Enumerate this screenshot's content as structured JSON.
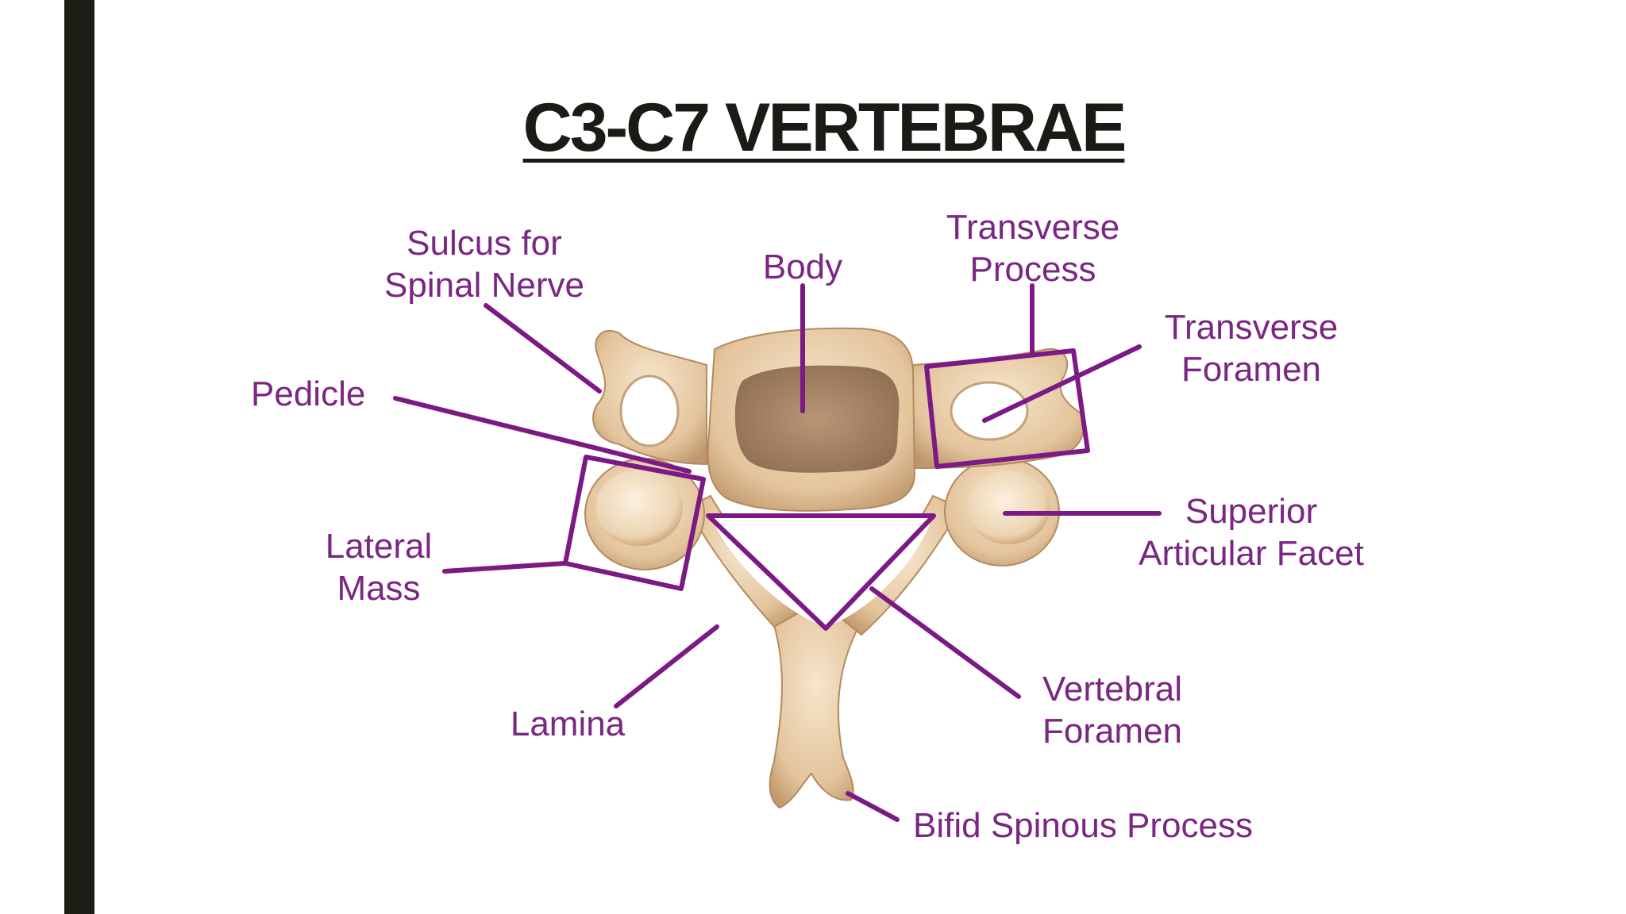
{
  "slide": {
    "title": "C3-C7 VERTEBRAE"
  },
  "colors": {
    "label": "#7a2682",
    "leader": "#7c1a85",
    "bone": "#e8cfa8",
    "bone_shadow": "#b98e62",
    "body_core": "#a98a6c",
    "side_bar": "#1d1d16",
    "title": "#1b1b16"
  },
  "labels": {
    "sulcus_line1": "Sulcus for",
    "sulcus_line2": "Spinal Nerve",
    "body": "Body",
    "transverse_process_line1": "Transverse",
    "transverse_process_line2": "Process",
    "transverse_foramen_line1": "Transverse",
    "transverse_foramen_line2": "Foramen",
    "pedicle": "Pedicle",
    "lateral_mass_line1": "Lateral",
    "lateral_mass_line2": "Mass",
    "superior_facet_line1": "Superior",
    "superior_facet_line2": "Articular Facet",
    "lamina": "Lamina",
    "vertebral_foramen_line1": "Vertebral",
    "vertebral_foramen_line2": "Foramen",
    "bifid_spinous_process": "Bifid Spinous Process"
  }
}
